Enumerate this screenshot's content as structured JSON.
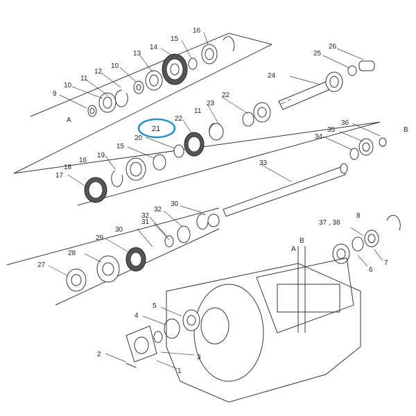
{
  "labels": {
    "a": "A",
    "b": "B",
    "n1": "1",
    "n2": "2",
    "n3": "3",
    "n4": "4",
    "n5": "5",
    "n6": "6",
    "n7": "7",
    "n8": "8",
    "n9": "9",
    "n10": "10",
    "n11": "11",
    "n12": "12",
    "n13": "13",
    "n14": "14",
    "n15": "15",
    "n16": "16",
    "n17": "17",
    "n18": "18",
    "n19": "19",
    "n20": "20",
    "n21": "21",
    "n22": "22",
    "n23": "23",
    "n24": "24",
    "n25": "25",
    "n26": "26",
    "n27": "27",
    "n28": "28",
    "n29": "29",
    "n30": "30",
    "n31": "31",
    "n32": "32",
    "n33": "33",
    "n34": "34",
    "n35": "35",
    "n36": "36",
    "n37_38": "37 , 38"
  },
  "highlight_color": "#1f8fcf"
}
